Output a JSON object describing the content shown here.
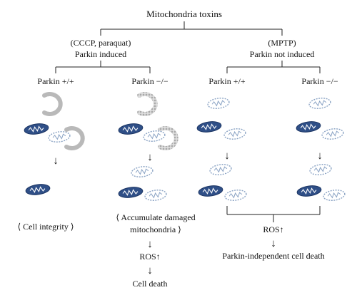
{
  "title": "Mitochondria toxins",
  "left_branch": {
    "line1": "(CCCP, paraquat)",
    "line2": "Parkin induced",
    "wt_label": "Parkin +/+",
    "ko_label": "Parkin −/−",
    "wt_outcome": "⟨ Cell integrity ⟩",
    "ko_outcome_line1": "⟨ Accumulate damaged",
    "ko_outcome_line2": "mitochondria ⟩",
    "ros": "ROS↑",
    "final": "Cell death"
  },
  "right_branch": {
    "line1": "(MPTP)",
    "line2": "Parkin not induced",
    "wt_label": "Parkin +/+",
    "ko_label": "Parkin −/−",
    "ros": "ROS↑",
    "final": "Parkin-independent cell death"
  },
  "arrow_glyph": "↓",
  "colors": {
    "healthy_mito": "#2f4f87",
    "damaged_mito": "#8aa3c4",
    "parkin_ring": "#b9b9b9",
    "line": "#222222"
  }
}
